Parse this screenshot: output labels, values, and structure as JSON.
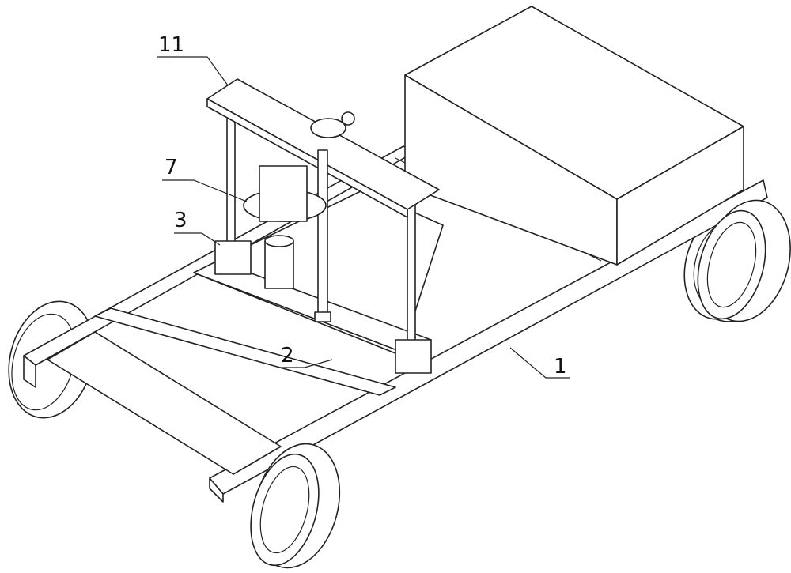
{
  "figure": {
    "labels": {
      "frame": "1",
      "plate": "2",
      "bearing_block": "3",
      "gear_motor": "7",
      "top_plate": "11"
    }
  }
}
